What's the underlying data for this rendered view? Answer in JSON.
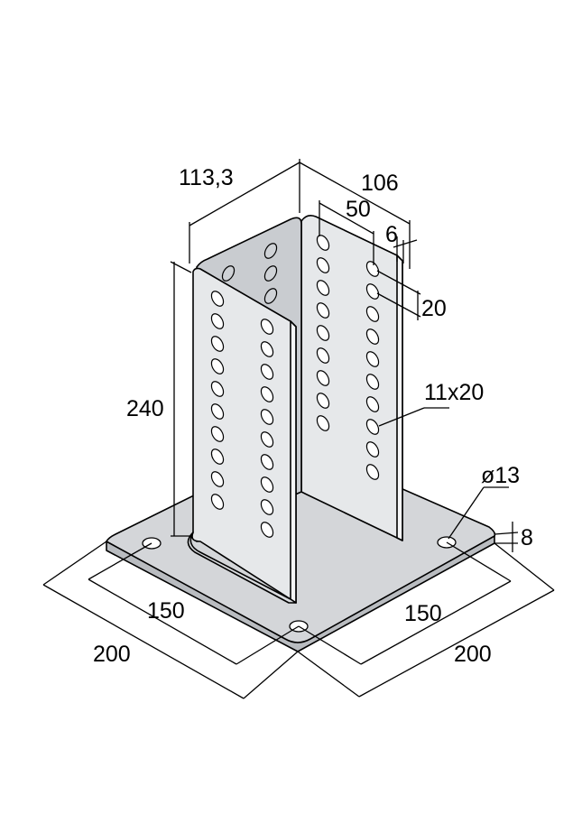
{
  "drawing": {
    "colors": {
      "plate_top": "#d4d6d9",
      "plate_edge": "#b9bcc0",
      "wing_face": "#e6e8ea",
      "wing_back": "#c9ccd0",
      "wing_edge": "#f4f5f6",
      "line": "#000000"
    },
    "dimensions": {
      "width_left": "113,3",
      "width_right": "106",
      "slot_spacing": "50",
      "thickness_wing": "6",
      "slot_pitch": "20",
      "height": "240",
      "slot_size": "11x20",
      "hole_diameter": "ø13",
      "plate_thickness": "8",
      "hole_spacing_left": "150",
      "hole_spacing_right": "150",
      "plate_left": "200",
      "plate_right": "200"
    }
  }
}
